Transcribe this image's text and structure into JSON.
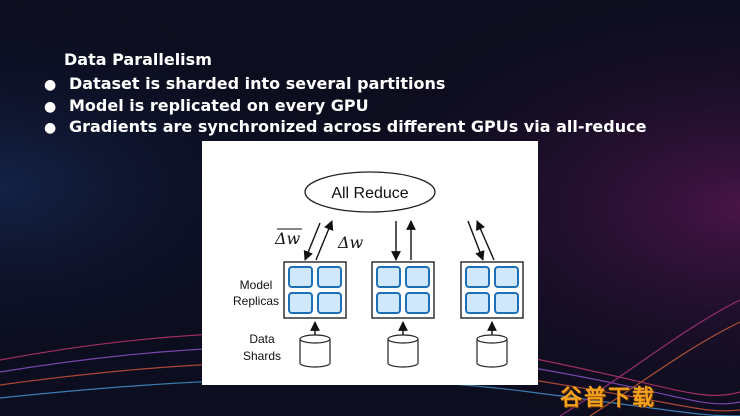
{
  "slide": {
    "heading": "Data Parallelism",
    "bullets": [
      "Dataset is sharded into several partitions",
      "Model is replicated on every GPU",
      "Gradients are synchronized across different GPUs via all-reduce"
    ]
  },
  "diagram": {
    "reduce_label": "All Reduce",
    "avg_grad_label": "Δw",
    "grad_label": "Δw",
    "model_label_line1": "Model",
    "model_label_line2": "Replicas",
    "data_label_line1": "Data",
    "data_label_line2": "Shards"
  },
  "watermark": "谷普下载",
  "colors": {
    "cell_fill": "#cfe8fb",
    "cell_stroke": "#1e6fb5"
  }
}
